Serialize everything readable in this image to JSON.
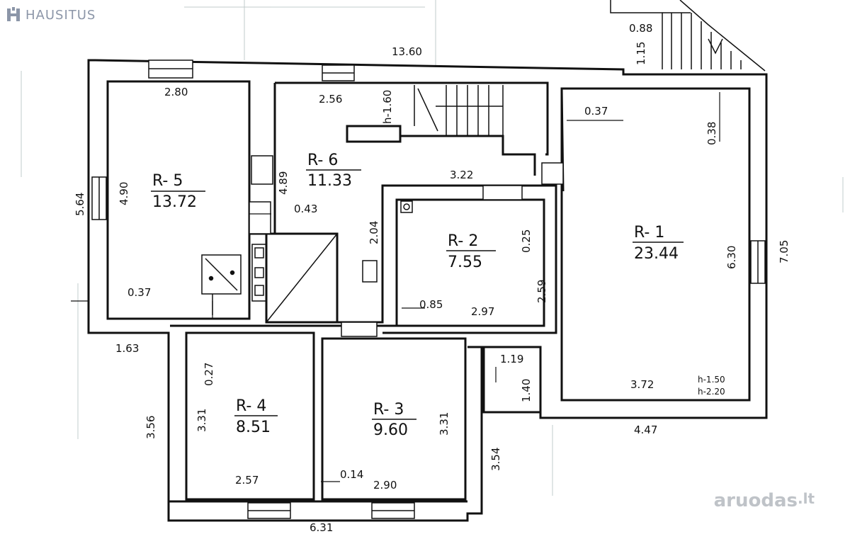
{
  "brand": {
    "name": "HAUSITUS",
    "icon": "hausitus-logo-icon"
  },
  "watermark": {
    "text": "aruodas",
    "suffix": ".lt"
  },
  "rooms": [
    {
      "code": "R- 1",
      "area": "23.44"
    },
    {
      "code": "R- 2",
      "area": "7.55"
    },
    {
      "code": "R- 3",
      "area": "9.60"
    },
    {
      "code": "R- 4",
      "area": "8.51"
    },
    {
      "code": "R- 5",
      "area": "13.72"
    },
    {
      "code": "R- 6",
      "area": "11.33"
    }
  ],
  "dimensions": {
    "top_total": "13.60",
    "r5_width": "2.80",
    "r6_width_top": "2.56",
    "stair_h": "h-1.60",
    "stair_w": "0.88",
    "stair_len": "1.15",
    "r1_off_left": "0.37",
    "r1_off_top": "0.38",
    "left_total": "5.64",
    "r5_height": "4.90",
    "r6_mid": "4.89",
    "r6_gap": "0.43",
    "r2_top": "3.22",
    "r2_left": "2.04",
    "r2_inner": "0.25",
    "r2_height": "2.59",
    "r2_off": "0.85",
    "r2_width": "2.97",
    "r5_off": "0.37",
    "r1_height": "6.30",
    "right_total": "7.05",
    "r1_width": "3.72",
    "r1_h1": "h-1.50",
    "r1_h2": "h-2.20",
    "lower_left": "1.63",
    "r4_off": "0.27",
    "r4_height": "3.31",
    "r3_height": "3.31",
    "lower_total_h": "3.56",
    "closet_w": "1.19",
    "closet_h": "1.40",
    "bottom_right": "4.47",
    "bottom_mid_h": "3.54",
    "r4_width": "2.57",
    "r3_off": "0.14",
    "r3_width": "2.90",
    "bottom_total": "6.31"
  }
}
